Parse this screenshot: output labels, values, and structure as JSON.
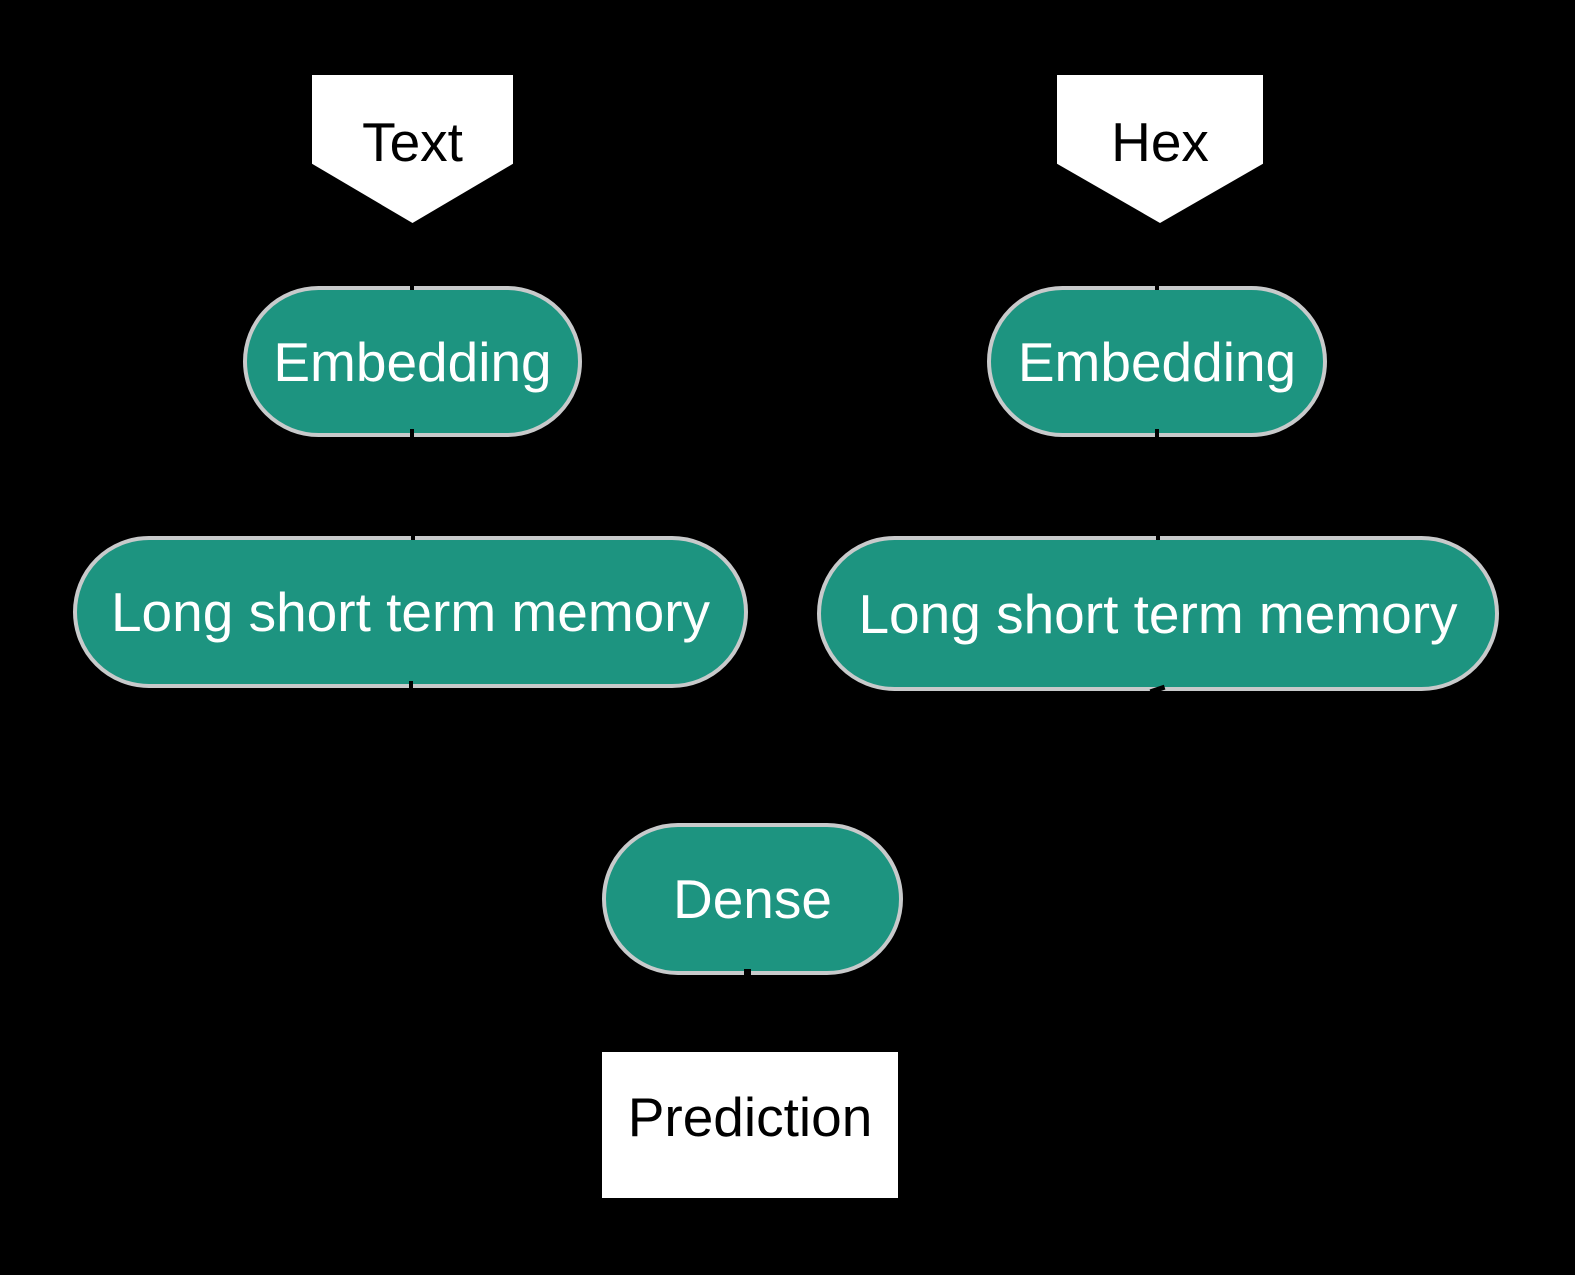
{
  "canvas": {
    "background": "#000000"
  },
  "colors": {
    "node_fill": "#1d9480",
    "node_border": "#c8cacb",
    "node_text": "#ffffff",
    "io_fill": "#ffffff",
    "io_text": "#000000"
  },
  "nodes": {
    "input_text": {
      "label": "Text"
    },
    "input_hex": {
      "label": "Hex"
    },
    "embedding_text": {
      "label": "Embedding"
    },
    "embedding_hex": {
      "label": "Embedding"
    },
    "lstm_text": {
      "label": "Long short term memory"
    },
    "lstm_hex": {
      "label": "Long short term memory"
    },
    "dense": {
      "label": "Dense"
    },
    "prediction": {
      "label": "Prediction"
    }
  }
}
